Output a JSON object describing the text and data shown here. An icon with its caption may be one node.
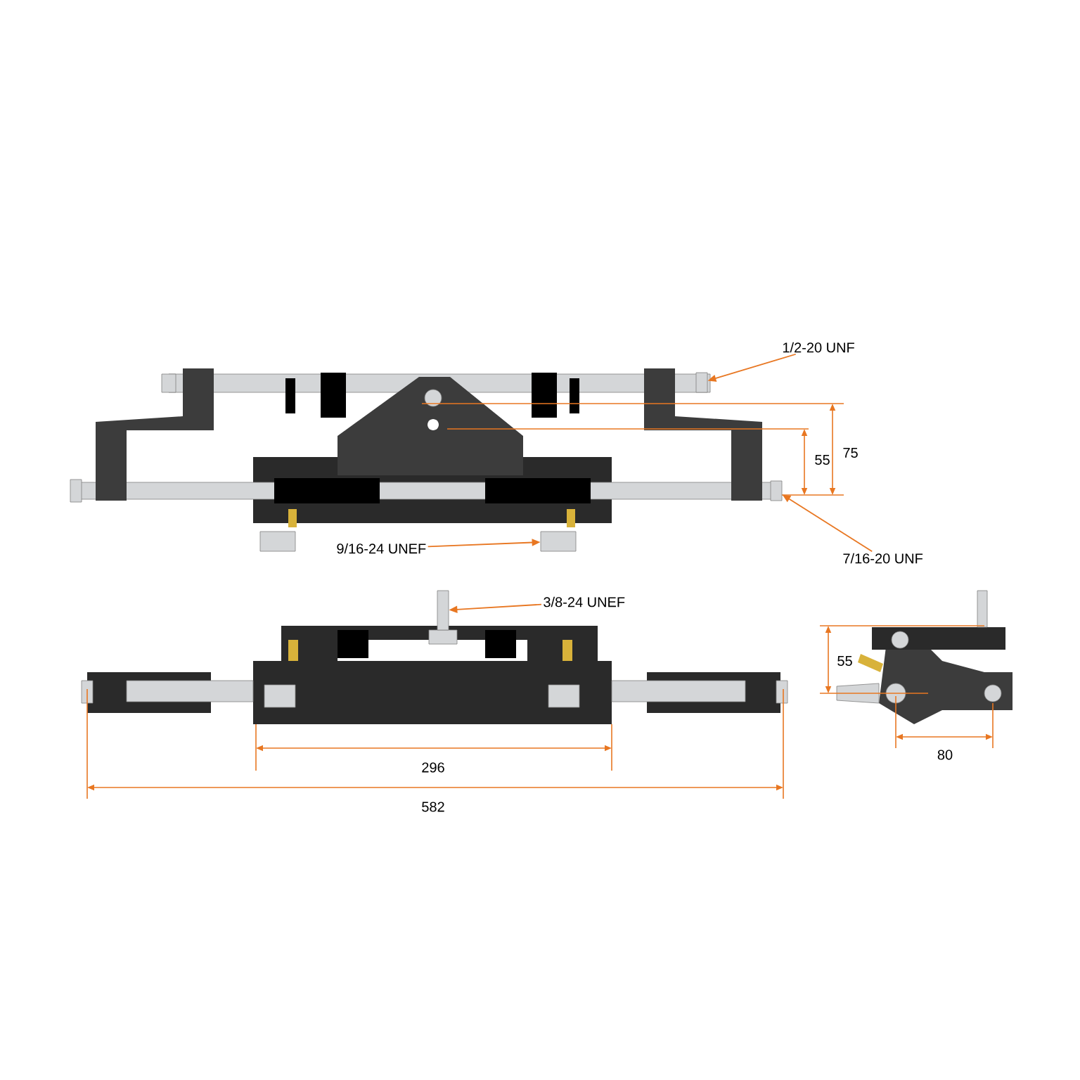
{
  "diagram": {
    "nodes": [
      {
        "text": [
          "1/2-20 UNF"
        ]
      },
      {
        "text": [],
        "shape": "box"
      },
      {
        "text": [
          "7/16-20 UNF"
        ]
      },
      {
        "text": [],
        "shape": "box"
      },
      {
        "text": [
          "9/16-24 UNEF"
        ]
      },
      {
        "text": [],
        "shape": "box"
      },
      {
        "text": [
          "3/8-24 UNEF"
        ]
      },
      {
        "text": [],
        "shape": "box"
      }
    ],
    "edges": [
      {
        "from": 0,
        "to": 1,
        "arrow": "to"
      },
      {
        "from": 2,
        "to": 3,
        "arrow": "to"
      },
      {
        "from": 4,
        "to": 5,
        "arrow": "to"
      },
      {
        "from": 6,
        "to": 7,
        "arrow": "to"
      }
    ],
    "labels": [
      "55",
      "75",
      "296",
      "582",
      "55",
      "80"
    ]
  }
}
